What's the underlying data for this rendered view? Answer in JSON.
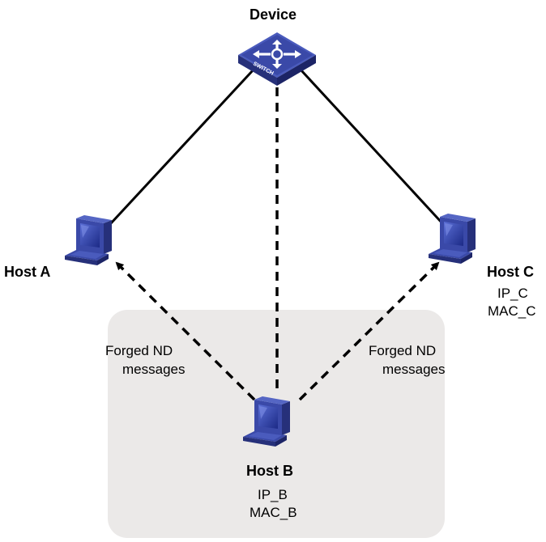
{
  "device": {
    "label": "Device",
    "icon": "switch-icon",
    "icon_text": "SWITCH"
  },
  "host_a": {
    "label": "Host A",
    "icon": "computer-icon"
  },
  "host_b": {
    "label": "Host B",
    "ip": "IP_B",
    "mac": "MAC_B",
    "icon": "computer-icon"
  },
  "host_c": {
    "label": "Host C",
    "ip": "IP_C",
    "mac": "MAC_C",
    "icon": "computer-icon"
  },
  "messages": {
    "left": {
      "line1": "Forged ND",
      "line2": "messages"
    },
    "right": {
      "line1": "Forged ND",
      "line2": "messages"
    }
  },
  "colors": {
    "zone_fill": "#ebe9e8",
    "device_blue": "#3a49a8",
    "device_dark": "#26307a",
    "line": "#000000"
  }
}
